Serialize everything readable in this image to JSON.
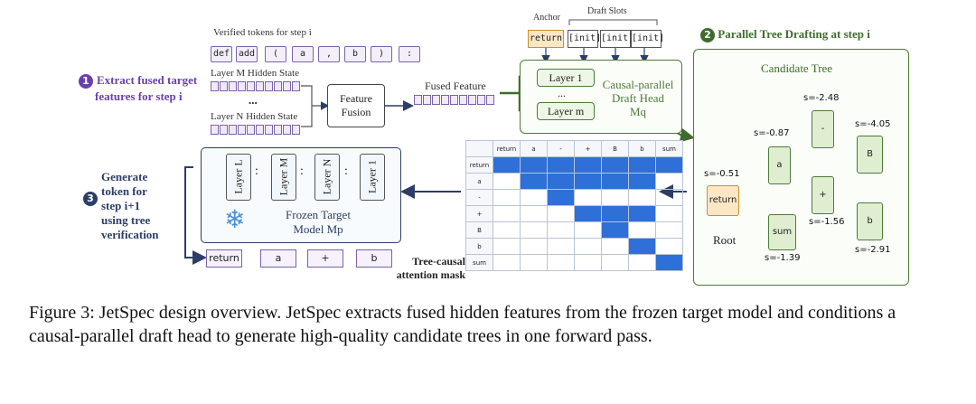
{
  "verified_tokens_label": "Verified tokens for step i",
  "verified_tokens": [
    "def",
    "add",
    "(",
    "a",
    ",",
    "b",
    ")",
    ":"
  ],
  "step1": {
    "number": "1",
    "text_line1": "Extract fused target",
    "text_line2": "features for step i"
  },
  "layer_m_label": "Layer M Hidden State",
  "layer_n_label": "Layer N Hidden State",
  "ellipsis": "...",
  "feature_fusion_label": "Feature Fusion",
  "fused_feature_label": "Fused Feature",
  "anchor_label": "Anchor",
  "draft_slots_label": "Draft Slots",
  "anchor_token": "return",
  "draft_slots": [
    "[init]",
    "[init]",
    "[init]"
  ],
  "draft_head": {
    "layer1": "Layer 1",
    "layerm": "Layer m",
    "dots": "...",
    "title_line1": "Causal-parallel",
    "title_line2": "Draft Head",
    "title_line3": "Mq"
  },
  "step2": {
    "number": "2",
    "text": "Parallel Tree Drafting at step i"
  },
  "candidate_tree": {
    "title": "Candidate Tree",
    "root_token": "return",
    "root_label": "Root",
    "root_score": "s=-0.51",
    "nodes": [
      {
        "token": "a",
        "score": "s=-0.87"
      },
      {
        "token": "-",
        "score": "s=-2.48"
      },
      {
        "token": "+",
        "score": "s=-1.56"
      },
      {
        "token": "B",
        "score": "s=-4.05"
      },
      {
        "token": "b",
        "score": "s=-2.91"
      },
      {
        "token": "sum",
        "score": "s=-1.39"
      }
    ]
  },
  "mask": {
    "caption_line1": "Tree-causal",
    "caption_line2": "attention mask",
    "labels": [
      "return",
      "a",
      "-",
      "+",
      "B",
      "b",
      "sum"
    ],
    "matrix": [
      [
        1,
        1,
        1,
        1,
        1,
        1,
        1
      ],
      [
        0,
        1,
        1,
        1,
        1,
        1,
        0
      ],
      [
        0,
        0,
        1,
        0,
        0,
        0,
        0
      ],
      [
        0,
        0,
        0,
        1,
        1,
        1,
        0
      ],
      [
        0,
        0,
        0,
        0,
        1,
        0,
        0
      ],
      [
        0,
        0,
        0,
        0,
        0,
        1,
        0
      ],
      [
        0,
        0,
        0,
        0,
        0,
        0,
        1
      ]
    ]
  },
  "frozen_model": {
    "layers": [
      "Layer L",
      "Layer M",
      "Layer N",
      "Layer 1"
    ],
    "dots": ":",
    "title_line1": "Frozen Target",
    "title_line2": "Model Mp"
  },
  "step3": {
    "number": "3",
    "lines": [
      "Generate",
      "token for",
      "step i+1",
      "using tree",
      "verification"
    ]
  },
  "output_tokens": [
    "return",
    "a",
    "+",
    "b"
  ],
  "caption": "Figure 3: JetSpec design overview. JetSpec extracts fused hidden features from the frozen target model and conditions a causal-parallel draft head to generate high-quality candidate trees in one forward pass.",
  "colors": {
    "purple": "#6a3fb0",
    "navy": "#2c3e66",
    "green": "#4d7a3a",
    "mask_blue": "#2f6fd8"
  }
}
